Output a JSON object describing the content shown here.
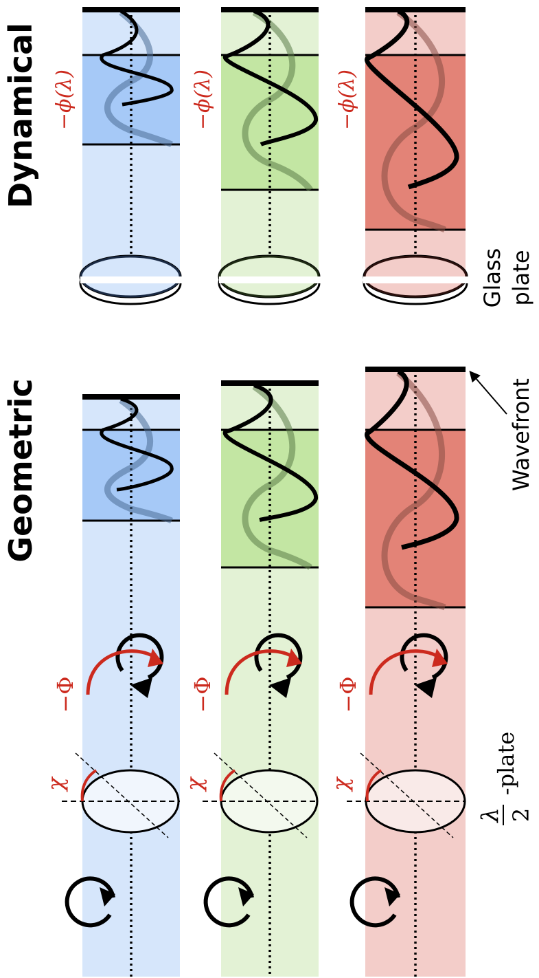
{
  "titles": {
    "geometric": "Geometric",
    "dynamical": "Dynamical"
  },
  "labels": {
    "glass_plate_line1": "Glass",
    "glass_plate_line2": "plate",
    "wavefront": "Wavefront",
    "half_wave_plate": "λ/2-plate",
    "lambda": "λ",
    "two": "2",
    "plate_suffix": "-plate",
    "chi": "χ",
    "minus_Phi": "−Φ",
    "minus_phi_lambda": "−ϕ(λ)"
  },
  "rows": [
    {
      "id": "blue",
      "band": "#d6e6fb",
      "plate": "#a6c9f7",
      "wave": "#6e8eb8"
    },
    {
      "id": "green",
      "band": "#e3f2d5",
      "plate": "#c3e6a3",
      "wave": "#86a474"
    },
    {
      "id": "red",
      "band": "#f3cdc9",
      "plate": "#e38377",
      "wave": "#a06a62"
    }
  ],
  "colors": {
    "annotation": "#cc2a1e",
    "ink": "#000000"
  }
}
